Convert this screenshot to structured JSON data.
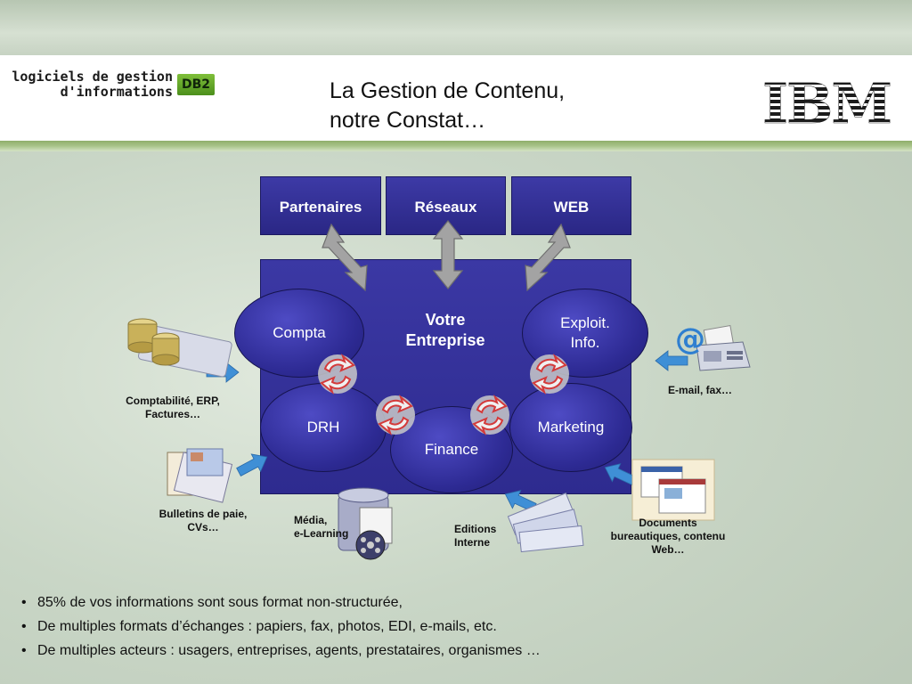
{
  "header": {
    "logo_line1": "logiciels de gestion",
    "logo_line2": "d'informations",
    "db2_label": "DB2",
    "title_line1": "La Gestion de Contenu,",
    "title_line2": "notre Constat…",
    "ibm_label": "IBM"
  },
  "diagram": {
    "top_boxes": [
      "Partenaires",
      "Réseaux",
      "WEB"
    ],
    "center_line1": "Votre",
    "center_line2": "Entreprise",
    "nodes": {
      "compta": "Compta",
      "exploit_line1": "Exploit.",
      "exploit_line2": "Info.",
      "drh": "DRH",
      "finance": "Finance",
      "marketing": "Marketing"
    },
    "sources": {
      "comptabilite_line1": "Comptabilité, ERP,",
      "comptabilite_line2": "Factures…",
      "bulletins_line1": "Bulletins de paie,",
      "bulletins_line2": "CVs…",
      "media_line1": "Média,",
      "media_line2": "e-Learning",
      "editions_line1": "Editions",
      "editions_line2": "Interne",
      "documents_line1": "Documents",
      "documents_line2": "bureautiques, contenu",
      "documents_line3": "Web…",
      "email": "E-mail, fax…"
    },
    "at_symbol": "@"
  },
  "bullets": [
    "85% de vos informations sont sous format non-structurée,",
    "De multiples formats d’échanges : papiers, fax, photos, EDI, e-mails, etc.",
    "De multiples acteurs : usagers, entreprises, agents, prestataires, organismes …"
  ],
  "colors": {
    "box_blue": "#2e2b8f",
    "arrow_gray": "#9a9a9a",
    "arrow_blue": "#3f8fd6",
    "cycle_red": "#d43a3a",
    "header_green": "#8fae6a"
  }
}
